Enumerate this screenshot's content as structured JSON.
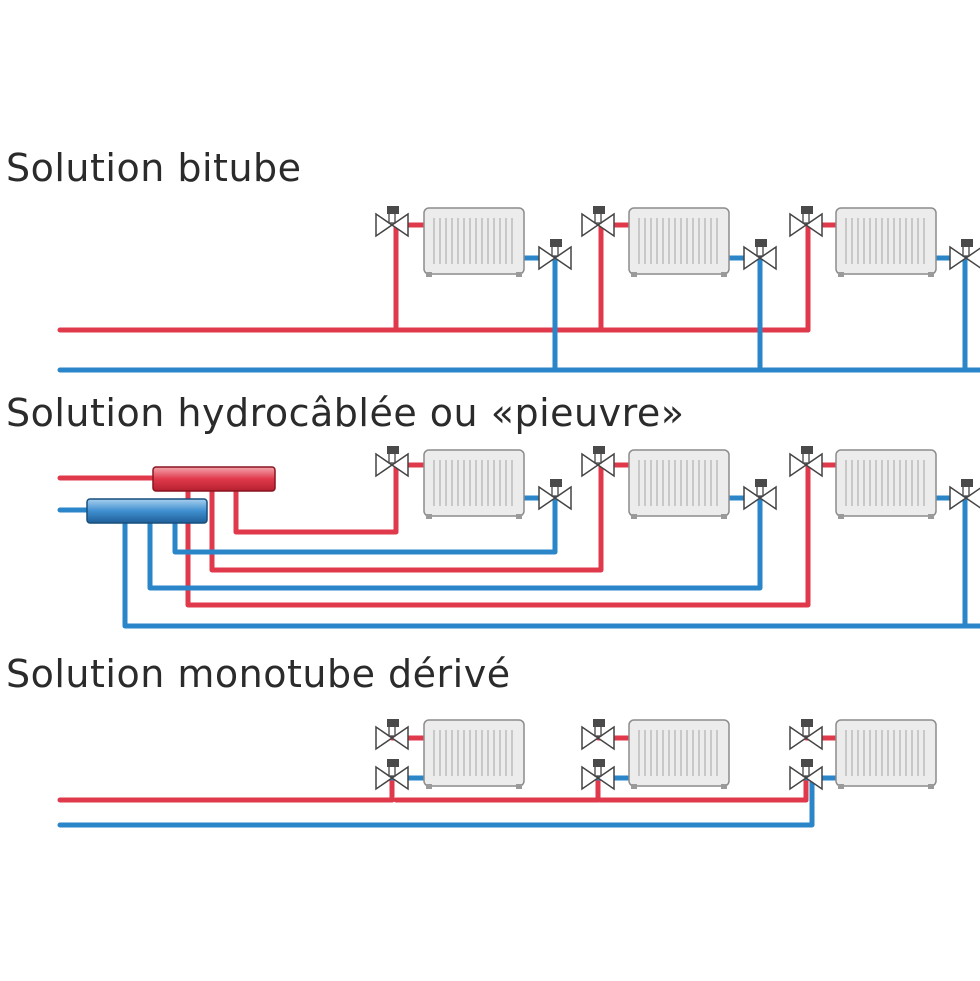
{
  "sections": [
    {
      "title": "Solution bitube"
    },
    {
      "title": "Solution hydrocâblée ou «pieuvre»"
    },
    {
      "title": "Solution monotube dérivé"
    }
  ],
  "colors": {
    "supply_pipe": "#e0394b",
    "return_pipe": "#2a86c8",
    "pipe_outline": "#8a1420",
    "return_outline": "#174f7d",
    "radiator_fill": "#e8e8e8",
    "radiator_border": "#8a8a8a",
    "valve_fill": "#ffffff",
    "valve_stroke": "#555555",
    "background": "#ffffff",
    "text": "#2b2b2b"
  },
  "icons": [
    "radiator-icon",
    "valve-icon",
    "manifold-icon"
  ]
}
